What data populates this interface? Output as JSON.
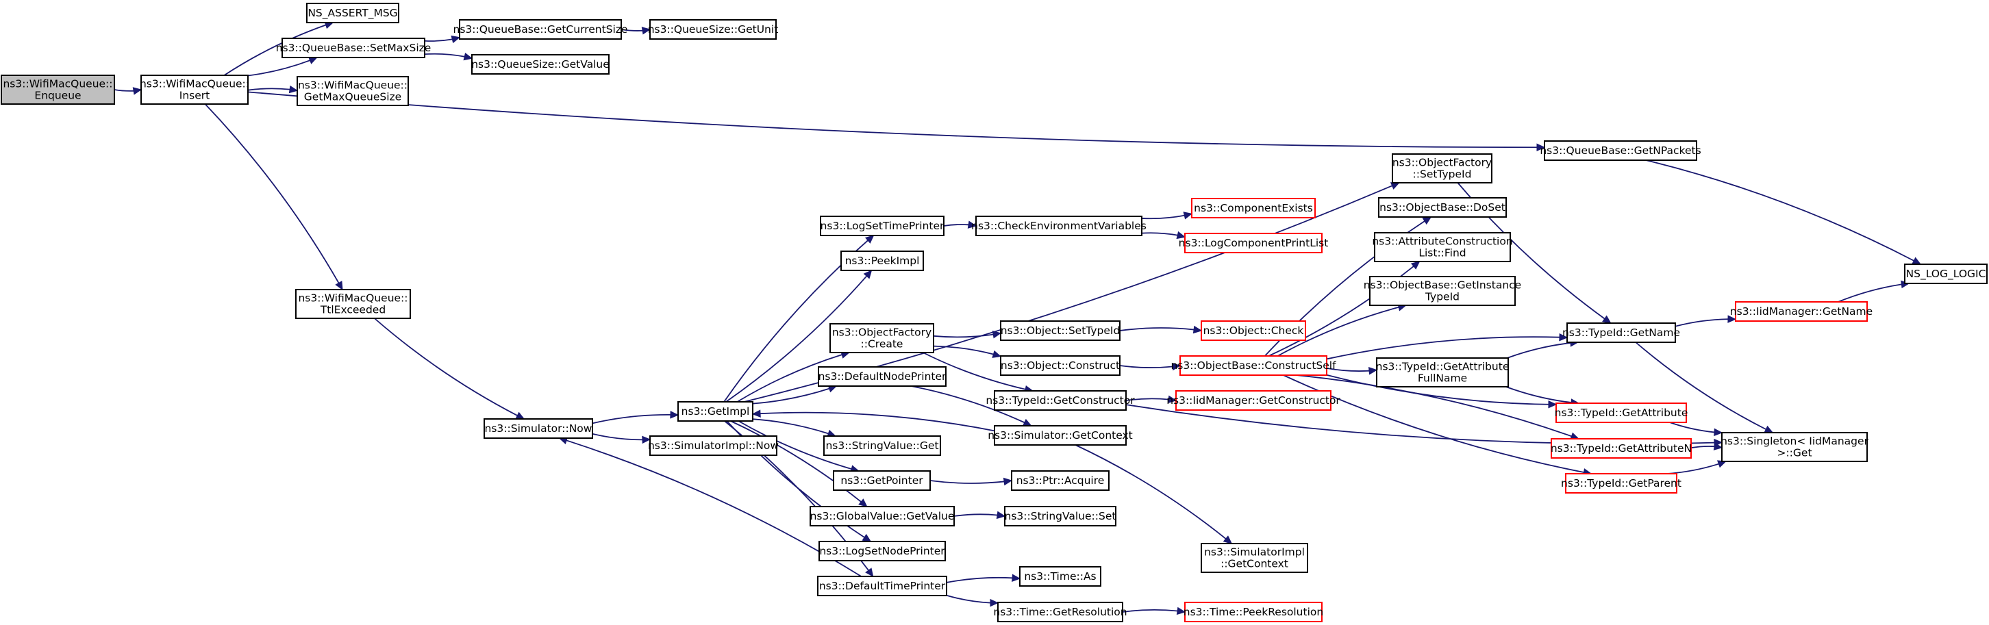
{
  "diagram": {
    "nodes": [
      {
        "id": "enqueue",
        "lines": [
          "ns3::WifiMacQueue::",
          "Enqueue"
        ],
        "style": "root"
      },
      {
        "id": "insert",
        "lines": [
          "ns3::WifiMacQueue::",
          "Insert"
        ],
        "style": "black"
      },
      {
        "id": "ns_assert_msg",
        "lines": [
          "NS_ASSERT_MSG"
        ],
        "style": "black"
      },
      {
        "id": "setmaxsize",
        "lines": [
          "ns3::QueueBase::SetMaxSize"
        ],
        "style": "black"
      },
      {
        "id": "getmaxqueuesize",
        "lines": [
          "ns3::WifiMacQueue::",
          "GetMaxQueueSize"
        ],
        "style": "black"
      },
      {
        "id": "getcurrentsize",
        "lines": [
          "ns3::QueueBase::GetCurrentSize"
        ],
        "style": "black"
      },
      {
        "id": "getunit",
        "lines": [
          "ns3::QueueSize::GetUnit"
        ],
        "style": "black"
      },
      {
        "id": "getvalue_qs",
        "lines": [
          "ns3::QueueSize::GetValue"
        ],
        "style": "black"
      },
      {
        "id": "getnpackets",
        "lines": [
          "ns3::QueueBase::GetNPackets"
        ],
        "style": "black"
      },
      {
        "id": "ns_log_logic",
        "lines": [
          "NS_LOG_LOGIC"
        ],
        "style": "black"
      },
      {
        "id": "ttlexceeded",
        "lines": [
          "ns3::WifiMacQueue::",
          "TtlExceeded"
        ],
        "style": "black"
      },
      {
        "id": "sim_now",
        "lines": [
          "ns3::Simulator::Now"
        ],
        "style": "black"
      },
      {
        "id": "simimpl_now",
        "lines": [
          "ns3::SimulatorImpl::Now"
        ],
        "style": "black"
      },
      {
        "id": "getimpl",
        "lines": [
          "ns3::GetImpl"
        ],
        "style": "black"
      },
      {
        "id": "logsettimeprinter",
        "lines": [
          "ns3::LogSetTimePrinter"
        ],
        "style": "black"
      },
      {
        "id": "peekimpl",
        "lines": [
          "ns3::PeekImpl"
        ],
        "style": "black"
      },
      {
        "id": "objfactory_create",
        "lines": [
          "ns3::ObjectFactory",
          "::Create"
        ],
        "style": "black"
      },
      {
        "id": "defaultnodeprinter",
        "lines": [
          "ns3::DefaultNodePrinter"
        ],
        "style": "black"
      },
      {
        "id": "stringvalue_get",
        "lines": [
          "ns3::StringValue::Get"
        ],
        "style": "black"
      },
      {
        "id": "getpointer",
        "lines": [
          "ns3::GetPointer"
        ],
        "style": "black"
      },
      {
        "id": "globalvalue_getvalue",
        "lines": [
          "ns3::GlobalValue::GetValue"
        ],
        "style": "black"
      },
      {
        "id": "logsetnodeprinter",
        "lines": [
          "ns3::LogSetNodePrinter"
        ],
        "style": "black"
      },
      {
        "id": "defaulttimeprinter",
        "lines": [
          "ns3::DefaultTimePrinter"
        ],
        "style": "black"
      },
      {
        "id": "checkenvvars",
        "lines": [
          "ns3::CheckEnvironmentVariables"
        ],
        "style": "black"
      },
      {
        "id": "object_settypeid",
        "lines": [
          "ns3::Object::SetTypeId"
        ],
        "style": "black"
      },
      {
        "id": "object_construct",
        "lines": [
          "ns3::Object::Construct"
        ],
        "style": "black"
      },
      {
        "id": "typeid_getconstructor",
        "lines": [
          "ns3::TypeId::GetConstructor"
        ],
        "style": "black"
      },
      {
        "id": "sim_getcontext",
        "lines": [
          "ns3::Simulator::GetContext"
        ],
        "style": "black"
      },
      {
        "id": "ptr_acquire",
        "lines": [
          "ns3::Ptr::Acquire"
        ],
        "style": "black"
      },
      {
        "id": "stringvalue_set",
        "lines": [
          "ns3::StringValue::Set"
        ],
        "style": "black"
      },
      {
        "id": "simimpl_getcontext",
        "lines": [
          "ns3::SimulatorImpl",
          "::GetContext"
        ],
        "style": "black"
      },
      {
        "id": "time_as",
        "lines": [
          "ns3::Time::As"
        ],
        "style": "black"
      },
      {
        "id": "time_getresolution",
        "lines": [
          "ns3::Time::GetResolution"
        ],
        "style": "black"
      },
      {
        "id": "time_peekresolution",
        "lines": [
          "ns3::Time::PeekResolution"
        ],
        "style": "red"
      },
      {
        "id": "componentexists",
        "lines": [
          "ns3::ComponentExists"
        ],
        "style": "red"
      },
      {
        "id": "logcomponentprintlist",
        "lines": [
          "ns3::LogComponentPrintList"
        ],
        "style": "red"
      },
      {
        "id": "object_check",
        "lines": [
          "ns3::Object::Check"
        ],
        "style": "red"
      },
      {
        "id": "objectbase_constructself",
        "lines": [
          "ns3::ObjectBase::ConstructSelf"
        ],
        "style": "red"
      },
      {
        "id": "iidmanager_getconstructor",
        "lines": [
          "ns3::IidManager::GetConstructor"
        ],
        "style": "red"
      },
      {
        "id": "objfactory_settypeid",
        "lines": [
          "ns3::ObjectFactory",
          "::SetTypeId"
        ],
        "style": "black"
      },
      {
        "id": "objectbase_doset",
        "lines": [
          "ns3::ObjectBase::DoSet"
        ],
        "style": "black"
      },
      {
        "id": "attrconstructionlist_find",
        "lines": [
          "ns3::AttributeConstruction",
          "List::Find"
        ],
        "style": "black"
      },
      {
        "id": "objectbase_getinstancetypeid",
        "lines": [
          "ns3::ObjectBase::GetInstance",
          "TypeId"
        ],
        "style": "black"
      },
      {
        "id": "typeid_getattributefullname",
        "lines": [
          "ns3::TypeId::GetAttribute",
          "FullName"
        ],
        "style": "black"
      },
      {
        "id": "typeid_getname",
        "lines": [
          "ns3::TypeId::GetName"
        ],
        "style": "black"
      },
      {
        "id": "iidmanager_getname",
        "lines": [
          "ns3::IidManager::GetName"
        ],
        "style": "red"
      },
      {
        "id": "typeid_getattribute",
        "lines": [
          "ns3::TypeId::GetAttribute"
        ],
        "style": "red"
      },
      {
        "id": "typeid_getattributen",
        "lines": [
          "ns3::TypeId::GetAttributeN"
        ],
        "style": "red"
      },
      {
        "id": "typeid_getparent",
        "lines": [
          "ns3::TypeId::GetParent"
        ],
        "style": "red"
      },
      {
        "id": "singleton_get",
        "lines": [
          "ns3::Singleton< IidManager",
          " >::Get"
        ],
        "style": "black"
      }
    ],
    "edges": [
      [
        "enqueue",
        "insert"
      ],
      [
        "insert",
        "ns_assert_msg"
      ],
      [
        "insert",
        "setmaxsize"
      ],
      [
        "insert",
        "getmaxqueuesize"
      ],
      [
        "insert",
        "getnpackets"
      ],
      [
        "insert",
        "ttlexceeded"
      ],
      [
        "setmaxsize",
        "getcurrentsize"
      ],
      [
        "setmaxsize",
        "getvalue_qs"
      ],
      [
        "getcurrentsize",
        "getunit"
      ],
      [
        "getnpackets",
        "ns_log_logic"
      ],
      [
        "ttlexceeded",
        "sim_now"
      ],
      [
        "sim_now",
        "getimpl"
      ],
      [
        "sim_now",
        "simimpl_now"
      ],
      [
        "getimpl",
        "logsettimeprinter"
      ],
      [
        "getimpl",
        "peekimpl"
      ],
      [
        "getimpl",
        "objfactory_create"
      ],
      [
        "getimpl",
        "defaultnodeprinter"
      ],
      [
        "getimpl",
        "stringvalue_get"
      ],
      [
        "getimpl",
        "getpointer"
      ],
      [
        "getimpl",
        "globalvalue_getvalue"
      ],
      [
        "getimpl",
        "logsetnodeprinter"
      ],
      [
        "getimpl",
        "defaulttimeprinter"
      ],
      [
        "getimpl",
        "objfactory_settypeid"
      ],
      [
        "logsettimeprinter",
        "checkenvvars"
      ],
      [
        "checkenvvars",
        "componentexists"
      ],
      [
        "checkenvvars",
        "logcomponentprintlist"
      ],
      [
        "objfactory_create",
        "object_settypeid"
      ],
      [
        "objfactory_create",
        "object_construct"
      ],
      [
        "objfactory_create",
        "typeid_getconstructor"
      ],
      [
        "object_settypeid",
        "object_check"
      ],
      [
        "object_construct",
        "objectbase_constructself"
      ],
      [
        "typeid_getconstructor",
        "iidmanager_getconstructor"
      ],
      [
        "typeid_getconstructor",
        "singleton_get"
      ],
      [
        "defaultnodeprinter",
        "sim_getcontext"
      ],
      [
        "sim_getcontext",
        "getimpl"
      ],
      [
        "sim_getcontext",
        "simimpl_getcontext"
      ],
      [
        "getpointer",
        "ptr_acquire"
      ],
      [
        "globalvalue_getvalue",
        "stringvalue_set"
      ],
      [
        "defaulttimeprinter",
        "sim_now"
      ],
      [
        "defaulttimeprinter",
        "time_as"
      ],
      [
        "defaulttimeprinter",
        "time_getresolution"
      ],
      [
        "time_getresolution",
        "time_peekresolution"
      ],
      [
        "objfactory_settypeid",
        "typeid_getname"
      ],
      [
        "objectbase_constructself",
        "objectbase_doset"
      ],
      [
        "objectbase_constructself",
        "attrconstructionlist_find"
      ],
      [
        "objectbase_constructself",
        "objectbase_getinstancetypeid"
      ],
      [
        "objectbase_constructself",
        "typeid_getattributefullname"
      ],
      [
        "objectbase_constructself",
        "typeid_getname"
      ],
      [
        "objectbase_constructself",
        "typeid_getattribute"
      ],
      [
        "objectbase_constructself",
        "typeid_getattributen"
      ],
      [
        "objectbase_constructself",
        "typeid_getparent"
      ],
      [
        "typeid_getattributefullname",
        "typeid_getname"
      ],
      [
        "typeid_getattributefullname",
        "typeid_getattribute"
      ],
      [
        "typeid_getname",
        "iidmanager_getname"
      ],
      [
        "typeid_getname",
        "singleton_get"
      ],
      [
        "iidmanager_getname",
        "ns_log_logic"
      ],
      [
        "typeid_getattribute",
        "singleton_get"
      ],
      [
        "typeid_getattributen",
        "singleton_get"
      ],
      [
        "typeid_getparent",
        "singleton_get"
      ]
    ]
  }
}
